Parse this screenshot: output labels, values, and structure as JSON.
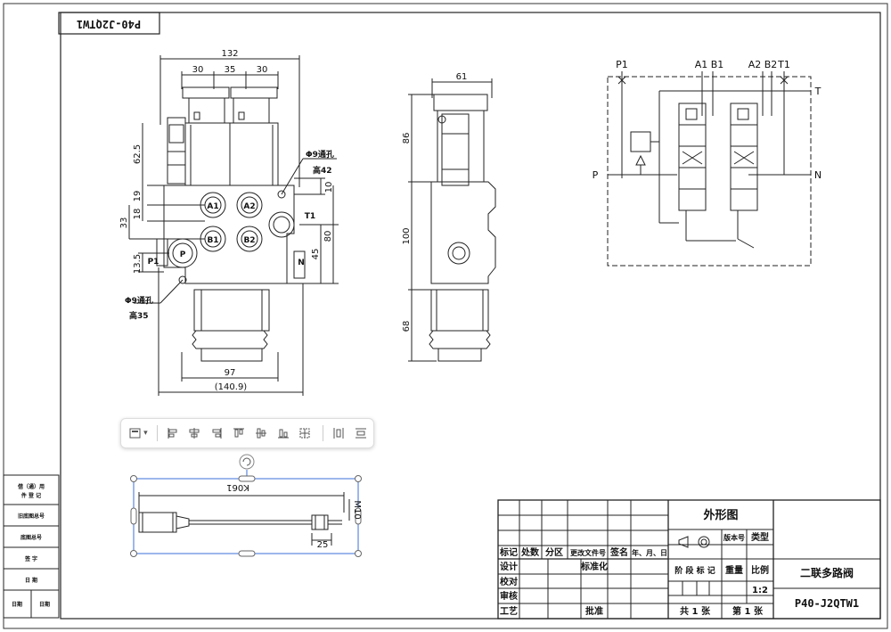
{
  "title_block_top": "P40-J2QTW1",
  "dims": {
    "width_132": "132",
    "d30a": "30",
    "d35": "35",
    "d30b": "30",
    "d62_5": "62.5",
    "d19": "19",
    "d18": "18",
    "d33": "33",
    "d13_5": "13.5",
    "d10": "10",
    "d45": "45",
    "d80": "80",
    "d97": "97",
    "d140_9": "(140.9)",
    "d61": "61",
    "d86": "86",
    "d100": "100",
    "d68": "68"
  },
  "ports": {
    "a1": "A1",
    "a2": "A2",
    "b1": "B1",
    "b2": "B2",
    "p": "P",
    "p1": "P1",
    "t1": "T1",
    "n": "N"
  },
  "notes": {
    "hole_top": "Φ9通孔",
    "hole_top_height": "高42",
    "hole_bottom": "Φ9通孔",
    "hole_bottom_height": "高35"
  },
  "schematic": {
    "p1": "P1",
    "a1b1": "A1 B1",
    "a2b2": "A2 B2",
    "t1": "T1",
    "t": "T",
    "p": "P",
    "n": "N"
  },
  "selected_dims": {
    "length": "K061",
    "dia": "M10",
    "d25": "25"
  },
  "toolbar": {
    "icons": [
      "layout-icon",
      "align-left-icon",
      "align-center-h-icon",
      "align-right-icon",
      "align-top-icon",
      "align-center-v-icon",
      "align-bottom-icon",
      "grid-icon",
      "distribute-h-icon",
      "distribute-v-icon"
    ]
  },
  "left_column": {
    "r1": "借（通）用",
    "r1b": "件 登 记",
    "r2": "旧底图总号",
    "r3": "底图总号",
    "r4": "签 字",
    "r5": "日 期",
    "r6a": "日期",
    "r6b": "日期"
  },
  "title_block": {
    "drawing_type": "外形图",
    "part_name": "二联多路阀",
    "part_code": "P40-J2QTW1",
    "mark": "标记",
    "count": "处数",
    "zone": "分区",
    "change_doc": "更改文件号",
    "sign": "签名",
    "date": "年、月、日",
    "design": "设计",
    "standardize": "标准化",
    "check": "校对",
    "review": "审核",
    "process": "工艺",
    "approve": "批准",
    "stage_mark": "阶 段 标 记",
    "weight": "重量",
    "scale_label": "比例",
    "scale": "1:2",
    "total": "共 1 张",
    "sheet": "第 1 张",
    "material_no": "版本号",
    "type": "类型"
  }
}
